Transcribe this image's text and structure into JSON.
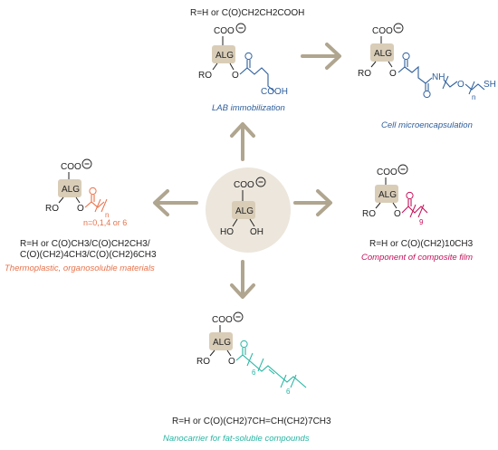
{
  "center": {
    "coo": "COO",
    "alg": "ALG",
    "ho_left": "HO",
    "oh_right": "OH"
  },
  "common": {
    "coo": "COO",
    "alg": "ALG",
    "ro": "RO",
    "o": "O",
    "minus": "−"
  },
  "top": {
    "r_def": "R=H or C(O)CH2CH2COOH",
    "caption": "LAB immobilization",
    "cooh": "COOH"
  },
  "top_right": {
    "nh": "NH",
    "o": "O",
    "sh": "SH",
    "n": "n",
    "caption": "Cell microencapsulation"
  },
  "left": {
    "n": "n",
    "n_values": "n=0,1,4 or 6",
    "r_def_1": "R=H or C(O)CH3/C(O)CH2CH3/",
    "r_def_2": "C(O)(CH2)4CH3/C(O)(CH2)6CH3",
    "caption": "Thermoplastic, organosoluble materials"
  },
  "right": {
    "n9": "9",
    "r_def": "R=H or C(O)(CH2)10CH3",
    "caption": "Component of composite film"
  },
  "bottom": {
    "n6a": "6",
    "n6b": "6",
    "r_def": "R=H or C(O)(CH2)7CH=CH(CH2)7CH3",
    "caption": "Nanocarrier for fat-soluble compounds"
  },
  "colors": {
    "alg_box": "#d9cdb8",
    "center_circle": "#ece6dc",
    "arrow": "#b0a58f",
    "blue": "#2e5f9c",
    "orange": "#e8724a",
    "crimson": "#c4125a",
    "teal": "#27b5a3",
    "ink": "#222222"
  }
}
